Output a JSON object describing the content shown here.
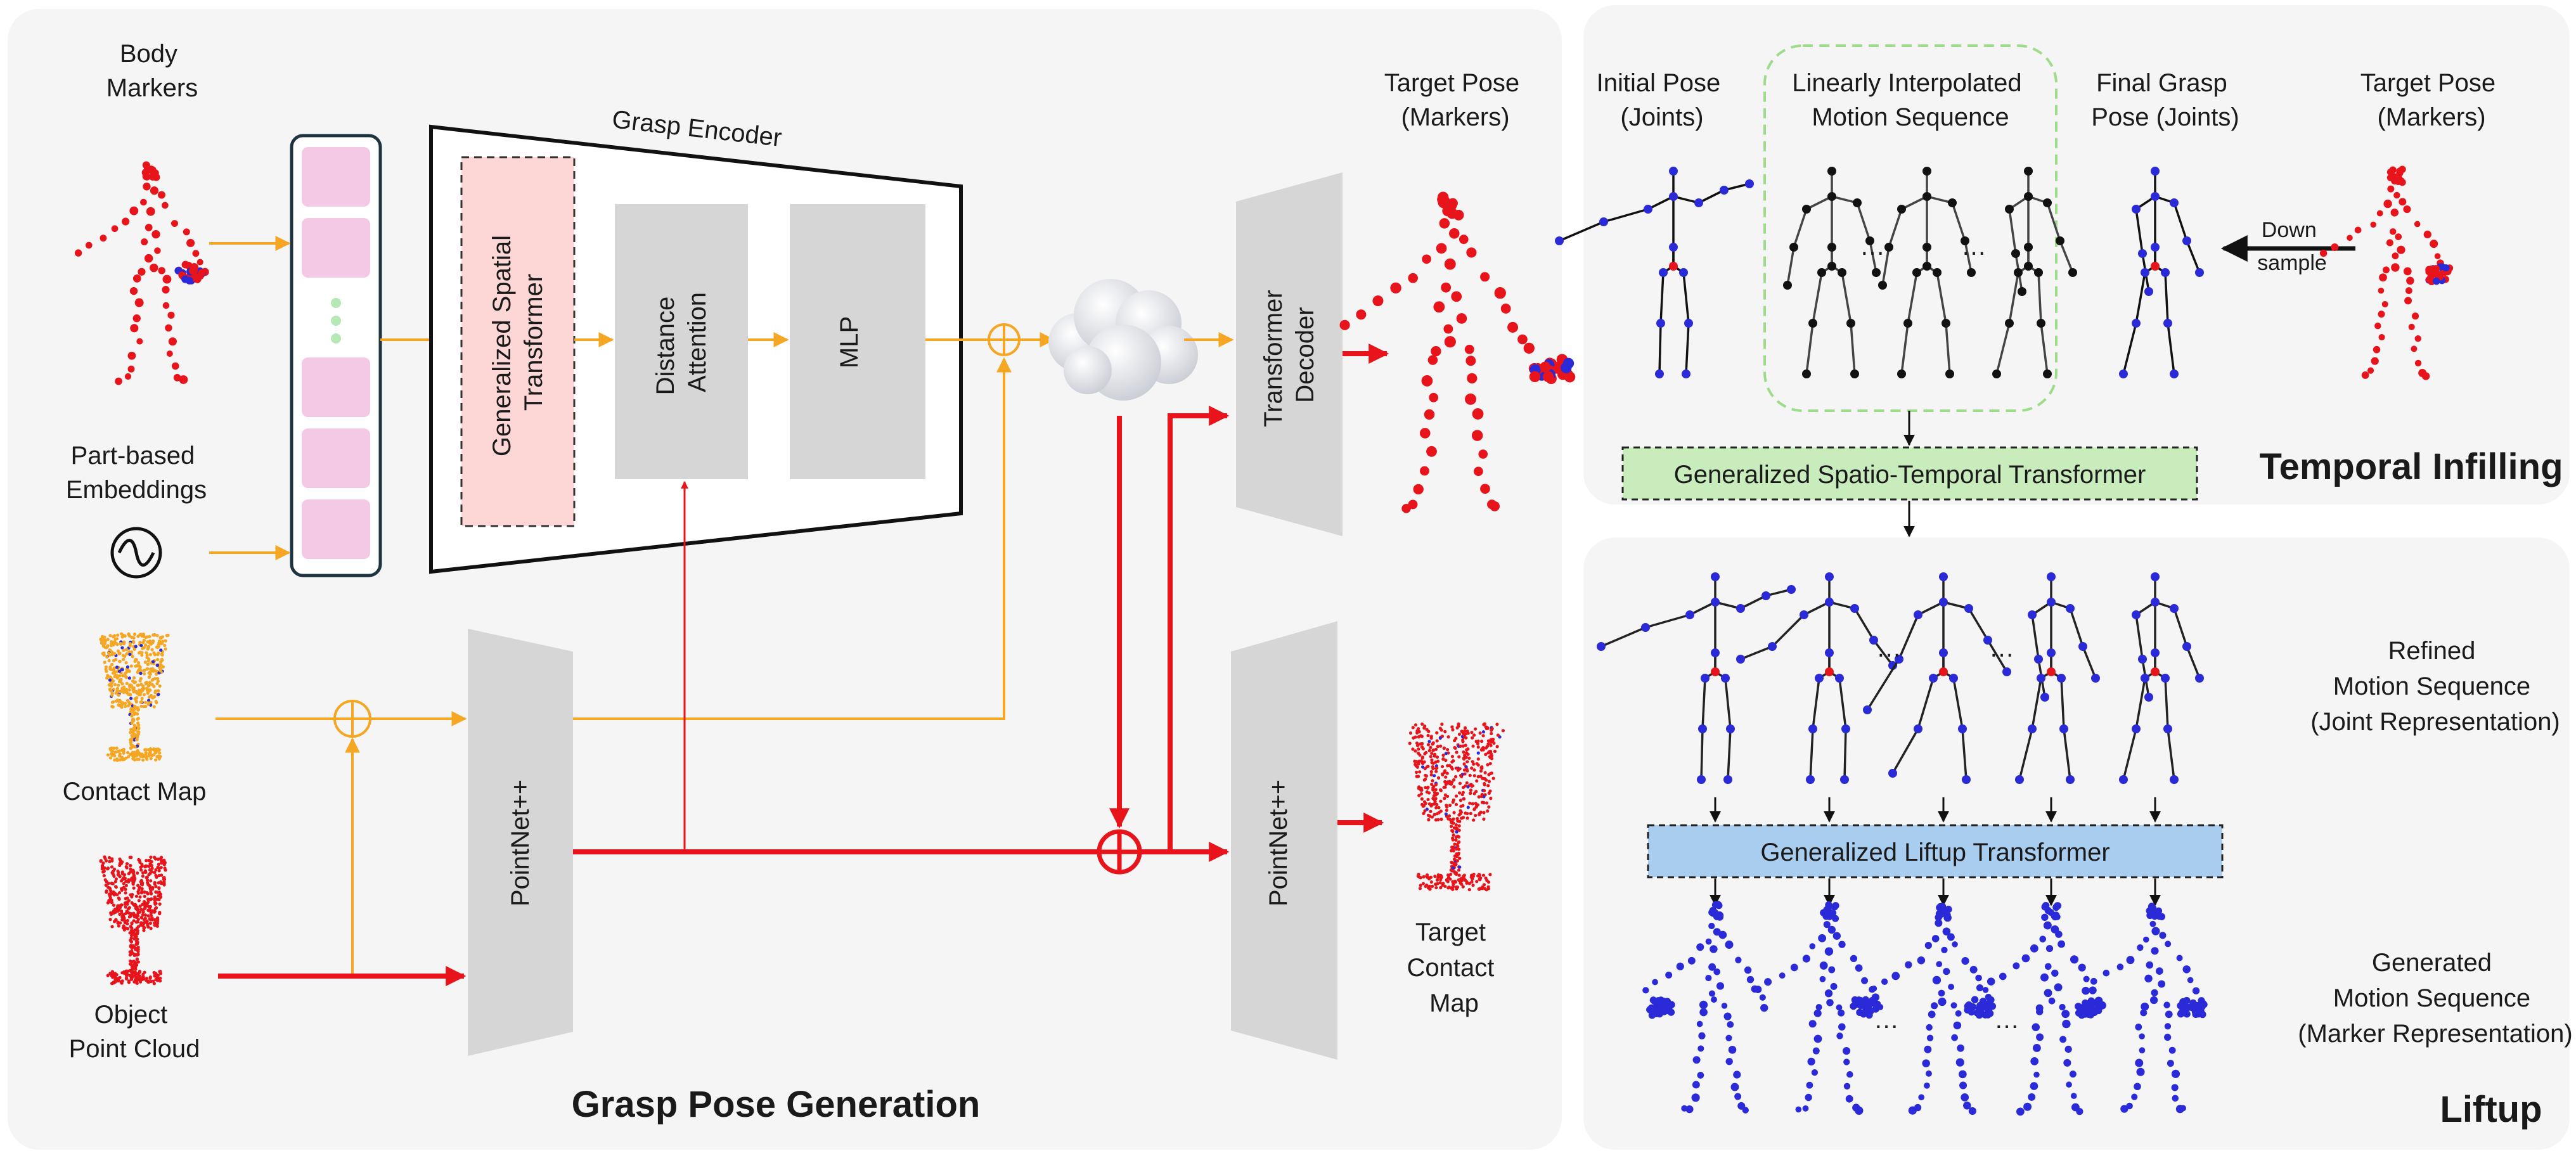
{
  "panels": {
    "grasp": {
      "title": "Grasp Pose Generation",
      "bg": "#f5f5f5"
    },
    "temporal": {
      "title": "Temporal Infilling",
      "bg": "#f5f5f5"
    },
    "liftup": {
      "title": "Liftup",
      "bg": "#f5f5f5"
    }
  },
  "grasp": {
    "body_markers": [
      "Body",
      "Markers"
    ],
    "part_embeddings": [
      "Part-based",
      "Embeddings"
    ],
    "contact_map": "Contact Map",
    "object_point_cloud": [
      "Object",
      "Point Cloud"
    ],
    "grasp_encoder": "Grasp Encoder",
    "spatial_transformer": [
      "Generalized Spatial",
      "Transformer"
    ],
    "distance_attention": [
      "Distance",
      "Attention"
    ],
    "mlp": "MLP",
    "pointnet_left": "PointNet++",
    "pointnet_right": "PointNet++",
    "transformer_decoder": [
      "Transformer",
      "Decoder"
    ],
    "target_pose": [
      "Target Pose",
      "(Markers)"
    ],
    "target_contact_map": [
      "Target",
      "Contact",
      "Map"
    ],
    "embedding_dots": "•\n•\n•"
  },
  "temporal": {
    "initial_pose": [
      "Initial Pose",
      "(Joints)"
    ],
    "interp": [
      "Linearly Interpolated",
      "Motion Sequence"
    ],
    "final_grasp": [
      "Final Grasp",
      "Pose (Joints)"
    ],
    "target_pose": [
      "Target Pose",
      "(Markers)"
    ],
    "downsample": [
      "Down",
      "sample"
    ],
    "spatio_temporal": "Generalized Spatio-Temporal Transformer",
    "ellipsis": "…"
  },
  "liftup": {
    "refined": [
      "Refined",
      "Motion Sequence",
      "(Joint Representation)"
    ],
    "liftup_transformer": "Generalized Liftup Transformer",
    "generated": [
      "Generated",
      "Motion Sequence",
      "(Marker Representation)"
    ],
    "ellipsis": "…"
  },
  "colors": {
    "orange": "#f5a623",
    "red": "#e8141b",
    "blue": "#2a2ad8",
    "pink": "#f3c9e6",
    "pink_light": "#fdd6d6",
    "gray_box": "#d6d6d6",
    "green_fill": "#c8ecbc",
    "blue_fill": "#a9cdee"
  }
}
